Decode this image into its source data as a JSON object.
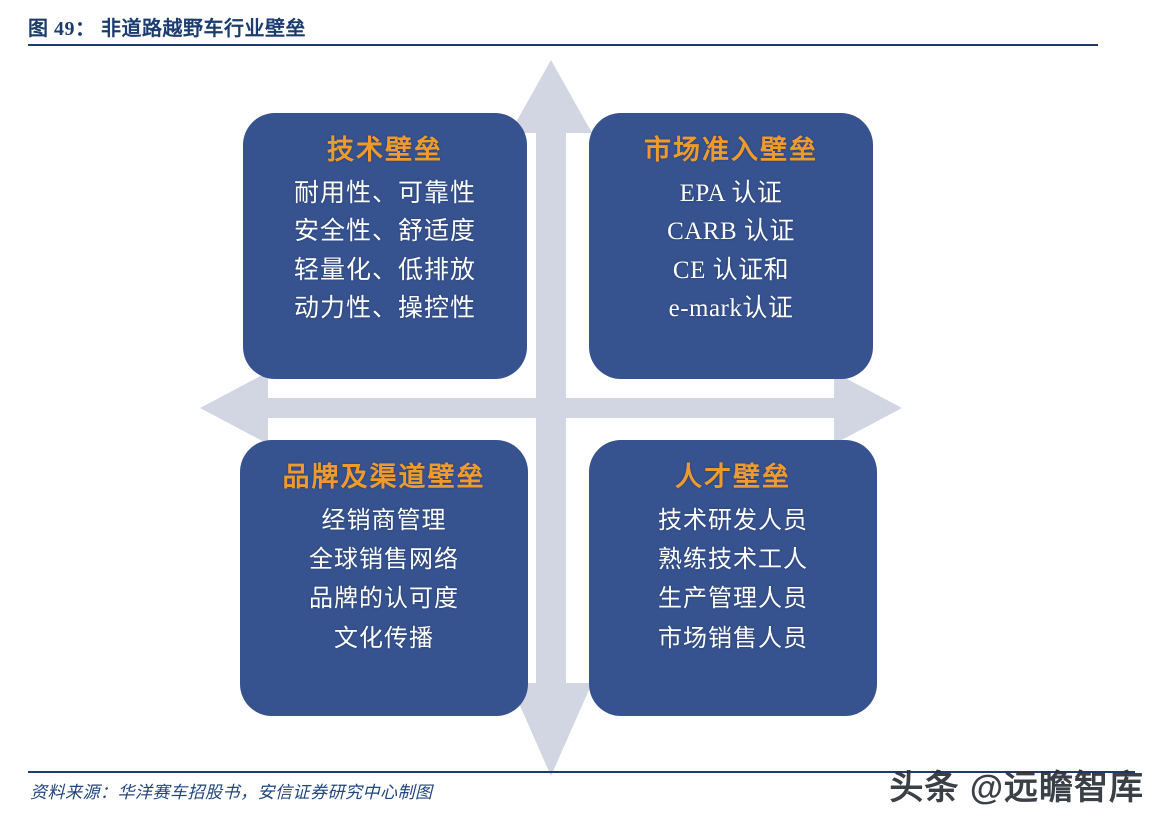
{
  "header": {
    "title": "图 49： 非道路越野车行业壁垒",
    "rule_color": "#1c3c70"
  },
  "colors": {
    "box_fill": "#36528f",
    "box_title": "#ef9a2c",
    "box_text": "#ffffff",
    "arrow": "#d2d6e2",
    "header_text": "#1c3c70",
    "source_text": "#21457f",
    "watermark": "#2b3038"
  },
  "diagram": {
    "type": "2x2-quadrant",
    "axes": {
      "vertical_arrow": "double-headed-vertical-arrow",
      "horizontal_arrow": "double-headed-horizontal-arrow"
    },
    "quadrants": [
      {
        "id": "technology",
        "position": "top-left",
        "title": "技术壁垒",
        "items": [
          "耐用性、可靠性",
          "安全性、舒适度",
          "轻量化、低排放",
          "动力性、操控性"
        ]
      },
      {
        "id": "market-access",
        "position": "top-right",
        "title": "市场准入壁垒",
        "items": [
          "EPA 认证",
          "CARB 认证",
          "CE 认证和",
          "e-mark认证"
        ]
      },
      {
        "id": "brand-channel",
        "position": "bottom-left",
        "title": "品牌及渠道壁垒",
        "items": [
          "经销商管理",
          "全球销售网络",
          "品牌的认可度",
          "文化传播"
        ]
      },
      {
        "id": "talent",
        "position": "bottom-right",
        "title": "人才壁垒",
        "items": [
          "技术研发人员",
          "熟练技术工人",
          "生产管理人员",
          "市场销售人员"
        ]
      }
    ]
  },
  "footer": {
    "source": "资料来源：华洋赛车招股书，安信证券研究中心制图"
  },
  "watermark": {
    "text": "头条 @远瞻智库"
  }
}
